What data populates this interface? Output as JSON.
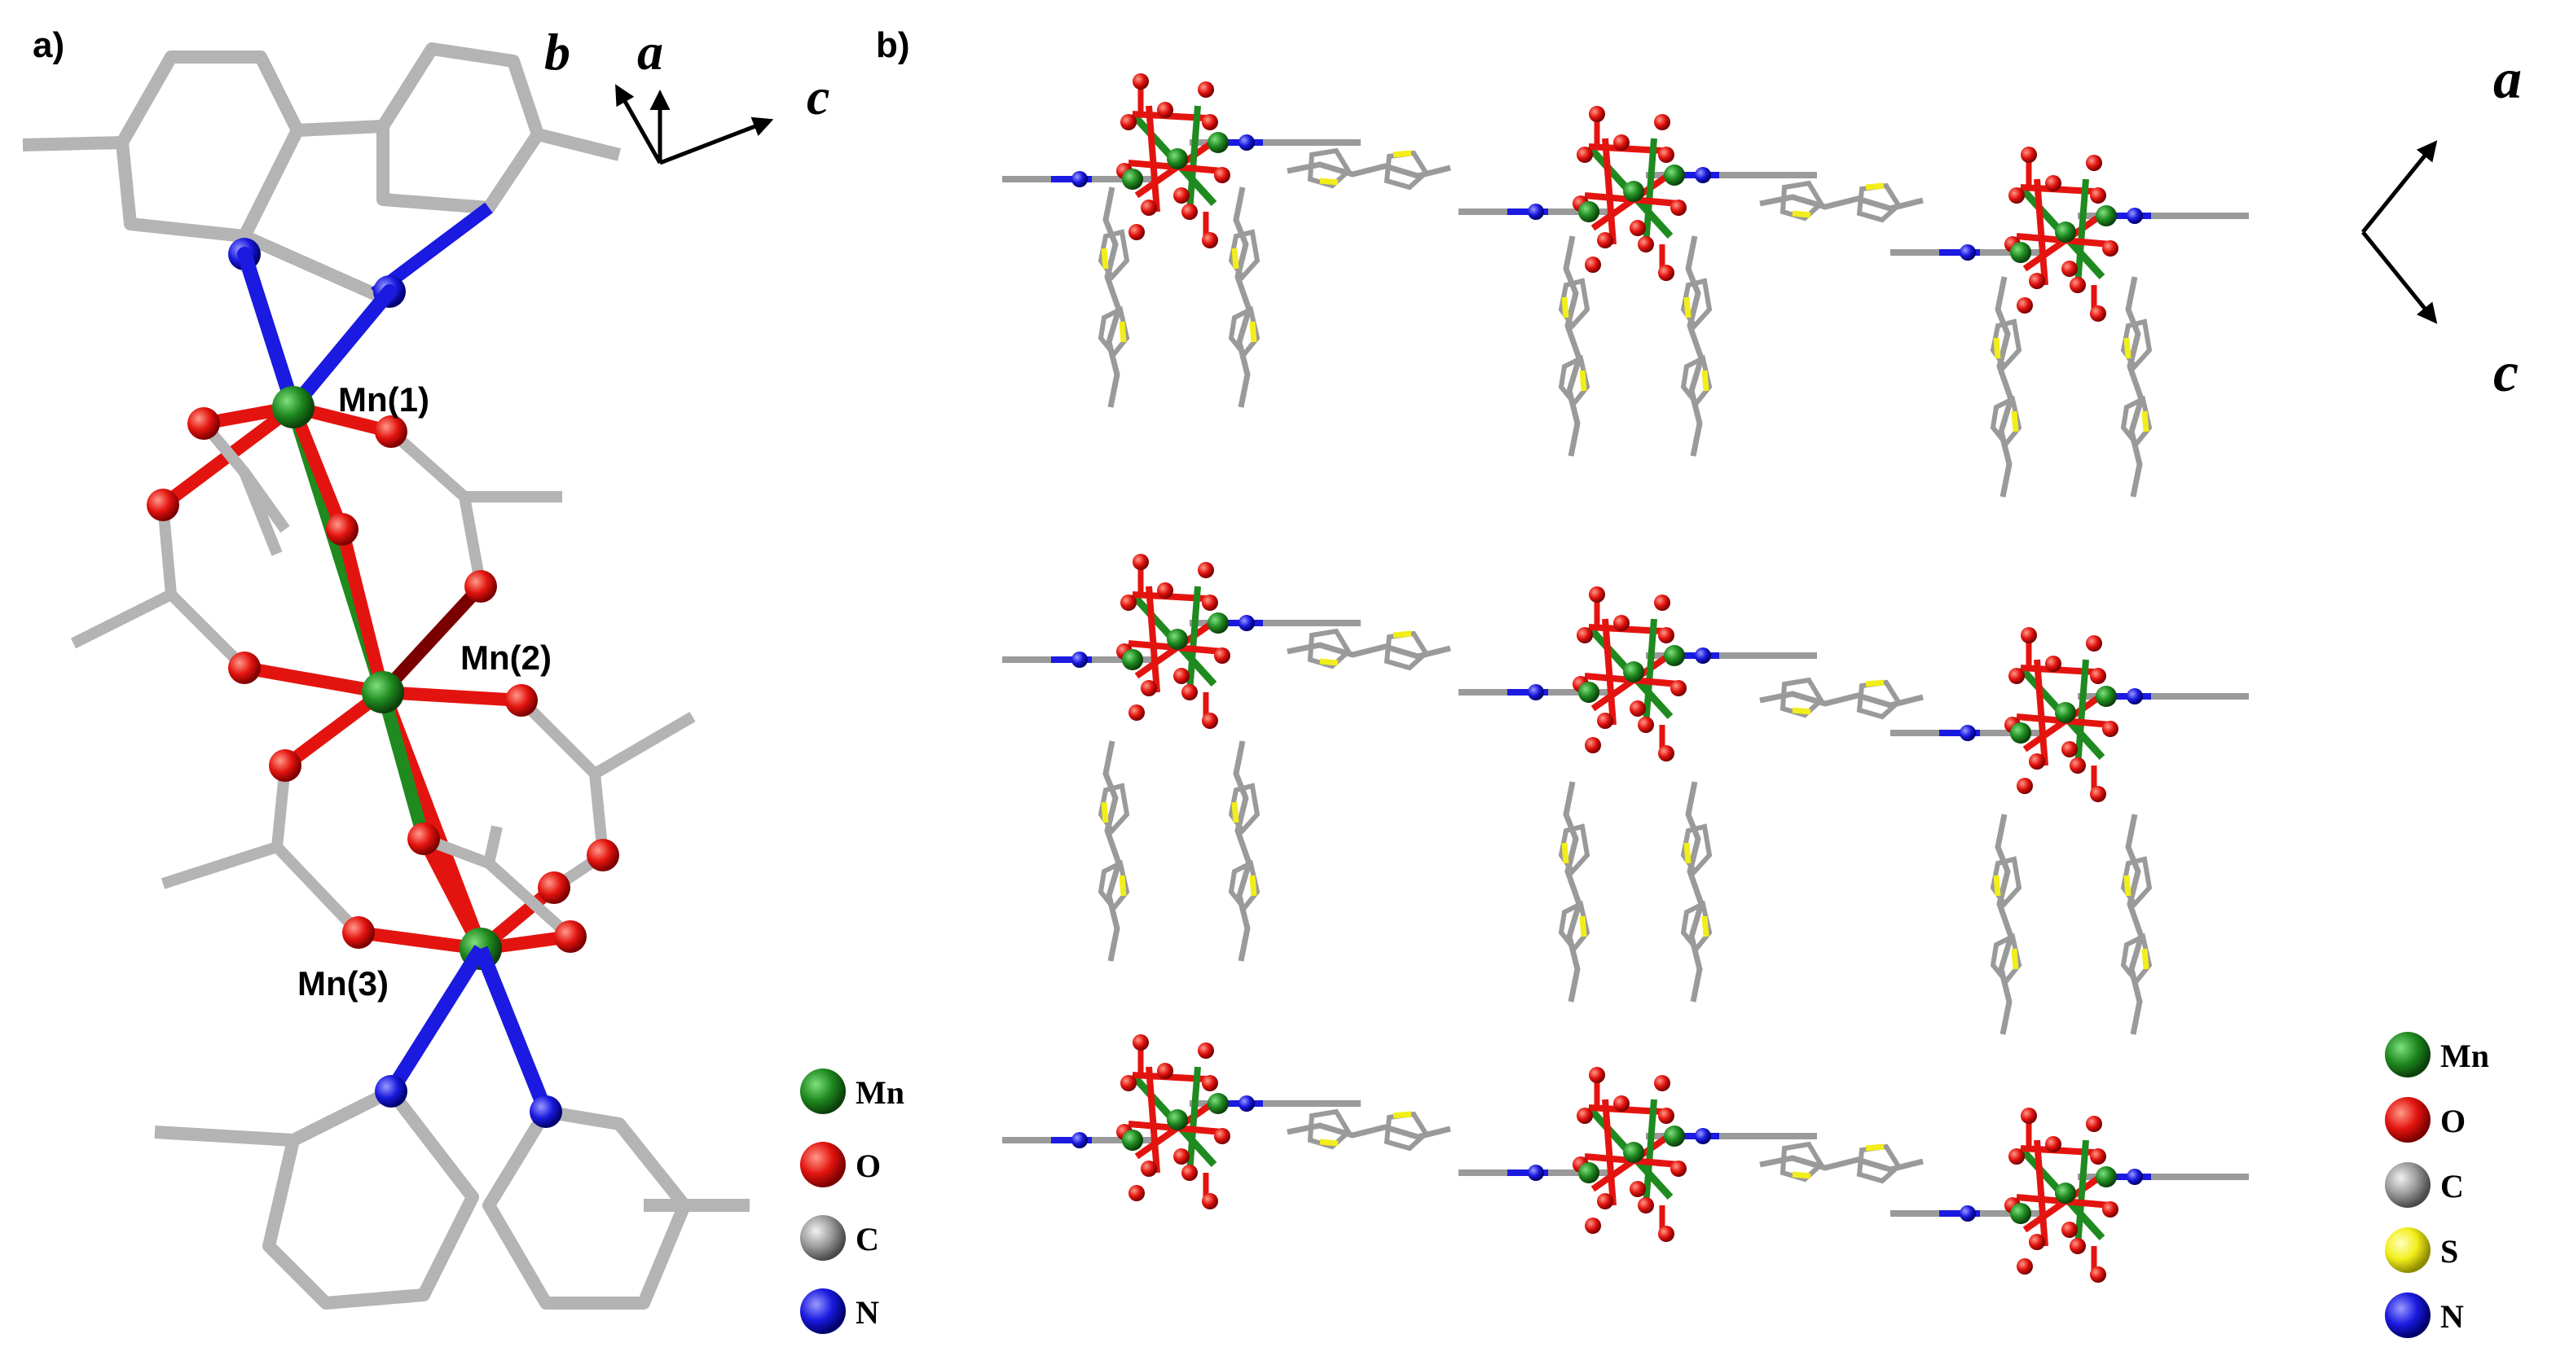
{
  "panels": {
    "a": {
      "label": "a)",
      "axes": {
        "b": "b",
        "a": "a",
        "c": "c"
      },
      "atom_labels": [
        "Mn(1)",
        "Mn(2)",
        "Mn(3)"
      ],
      "legend": [
        {
          "symbol": "Mn",
          "color": "#1f8a1f"
        },
        {
          "symbol": "O",
          "color": "#e3140f"
        },
        {
          "symbol": "C",
          "color": "#9a9a9a"
        },
        {
          "symbol": "N",
          "color": "#1a1ae0"
        }
      ]
    },
    "b": {
      "label": "b)",
      "axes": {
        "a": "a",
        "c": "c"
      },
      "legend": [
        {
          "symbol": "Mn",
          "color": "#1f8a1f"
        },
        {
          "symbol": "O",
          "color": "#e3140f"
        },
        {
          "symbol": "C",
          "color": "#9a9a9a"
        },
        {
          "symbol": "S",
          "color": "#f2ee1a"
        },
        {
          "symbol": "N",
          "color": "#1a1ae0"
        }
      ]
    }
  },
  "colors": {
    "Mn": "#1f8a1f",
    "O": "#e3140f",
    "C": "#9a9a9a",
    "S": "#f2ee1a",
    "N": "#1a1ae0",
    "bond": "#a8a8a8"
  }
}
